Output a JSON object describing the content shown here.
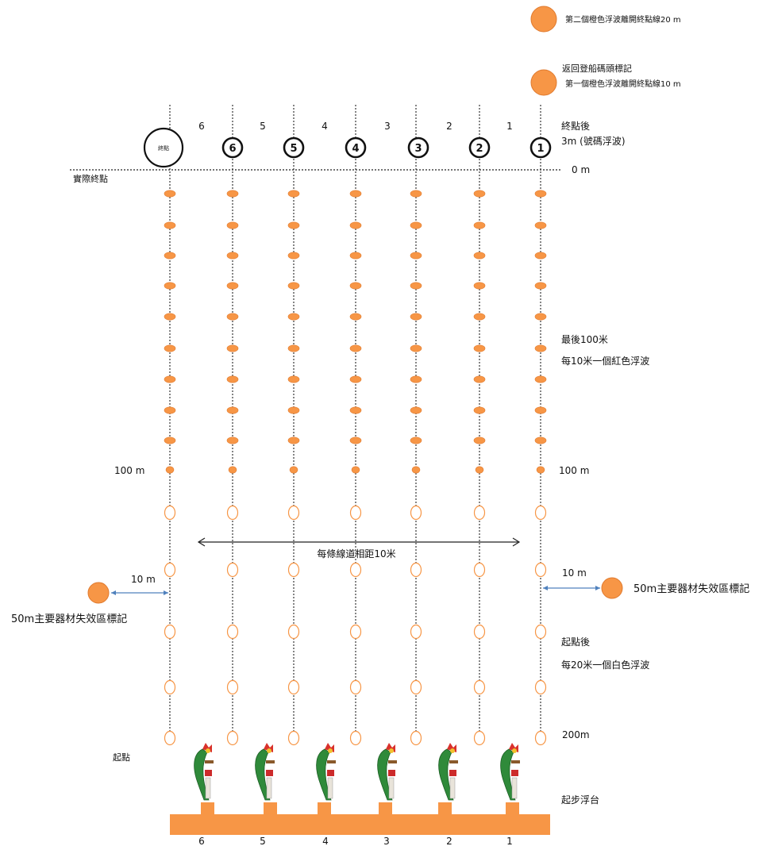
{
  "labels": {
    "second_orange_buoy": "第二個橙色浮波離開終點線20 m",
    "return_marker": "返回登船碼頭標記",
    "first_orange_buoy": "第一個橙色浮波離開終點線10 m",
    "after_finish_line1": "終點後",
    "after_finish_line2": "3m (號碼浮波)",
    "zero_m": "0 m",
    "actual_finish": "實際終點",
    "finish_marker_text": "終點",
    "last_100_line1": "最後100米",
    "last_100_line2": "每10米一個紅色浮波",
    "m100_left": "100 m",
    "m100_right": "100 m",
    "lane_spacing": "每條線道相距10米",
    "ten_m_left": "10 m",
    "ten_m_right": "10 m",
    "failure_zone_left": "50m主要器材失效區標記",
    "failure_zone_right": "50m主要器材失效區標記",
    "after_start_line1": "起點後",
    "after_start_line2": "每20米一個白色浮波",
    "m200": "200m",
    "start": "起點",
    "start_pontoon": "起步浮台"
  },
  "lanes_top": [
    "6",
    "5",
    "4",
    "3",
    "2",
    "1"
  ],
  "lane_badges": [
    "6",
    "5",
    "4",
    "3",
    "2",
    "1"
  ],
  "lanes_bottom": [
    "6",
    "5",
    "4",
    "3",
    "2",
    "1"
  ],
  "colors": {
    "orange": "#F79646",
    "orange_stroke": "#E07A2E",
    "arrow_blue": "#4F81BD",
    "line_dark": "#222222"
  }
}
